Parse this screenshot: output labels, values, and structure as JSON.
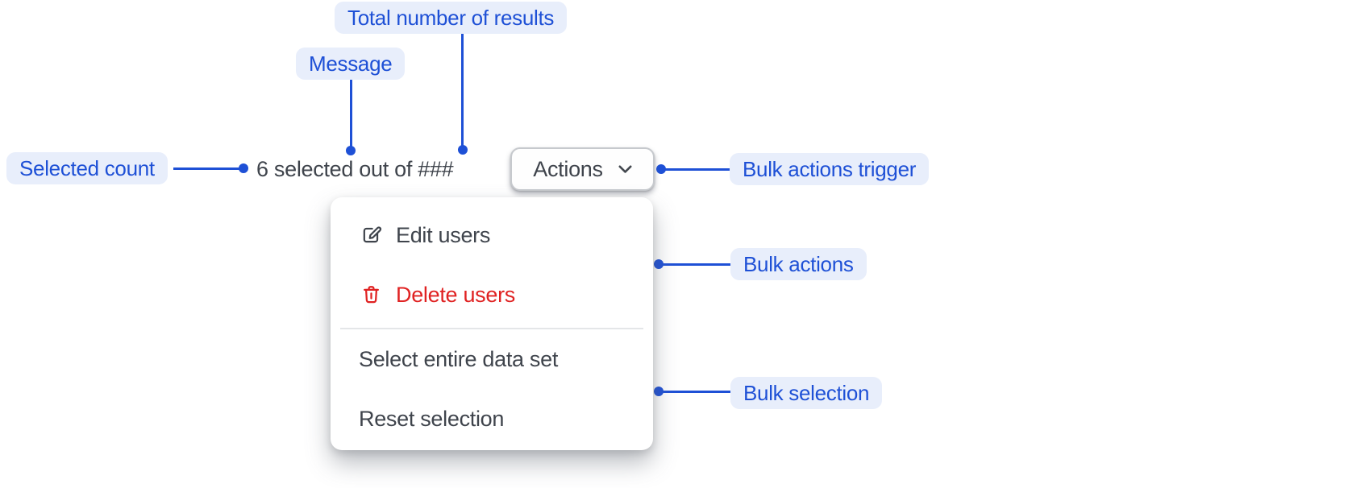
{
  "colors": {
    "accent_blue": "#1E50D6",
    "pill_background": "#E8EEFB",
    "danger_red": "#E02222",
    "text_dark": "#3F444C",
    "divider_gray": "#E4E6E8",
    "button_border": "#C6C9CD"
  },
  "annotations": {
    "total_results": {
      "label": "Total number of results"
    },
    "message": {
      "label": "Message"
    },
    "selected_count": {
      "label": "Selected count"
    },
    "bulk_actions_trigger": {
      "label": "Bulk actions trigger"
    },
    "bulk_actions": {
      "label": "Bulk actions"
    },
    "bulk_selection": {
      "label": "Bulk selection"
    }
  },
  "toolbar": {
    "selection_message": "6 selected out of ###",
    "actions_button_label": "Actions"
  },
  "menu": {
    "items": [
      {
        "label": "Edit users",
        "icon": "edit-icon",
        "variant": "default"
      },
      {
        "label": "Delete users",
        "icon": "trash-icon",
        "variant": "danger"
      },
      {
        "label": "Select entire data set",
        "icon": "",
        "variant": "default"
      },
      {
        "label": "Reset selection",
        "icon": "",
        "variant": "default"
      }
    ]
  }
}
